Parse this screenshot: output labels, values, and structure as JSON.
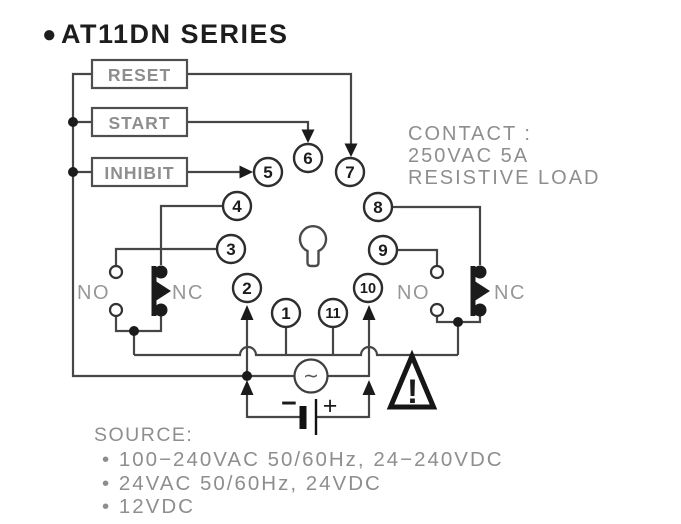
{
  "title": {
    "bullet": "●",
    "text": "AT11DN SERIES"
  },
  "control_inputs": [
    "RESET",
    "START",
    "INHIBIT"
  ],
  "contact_rating": [
    "CONTACT :",
    "250VAC 5A",
    "RESISTIVE LOAD"
  ],
  "terminals": [
    "1",
    "2",
    "3",
    "4",
    "5",
    "6",
    "7",
    "8",
    "9",
    "10",
    "11"
  ],
  "relay_contacts": {
    "left": {
      "no": "NO",
      "nc": "NC"
    },
    "right": {
      "no": "NO",
      "nc": "NC"
    }
  },
  "power": {
    "ac_source_symbol": "∼",
    "battery_minus": "−",
    "battery_plus": "+",
    "warning_symbol": "!"
  },
  "source_note": {
    "heading": "SOURCE:",
    "options": [
      "• 100−240VAC 50/60Hz, 24−240VDC",
      "• 24VAC 50/60Hz, 24VDC",
      "• 12VDC"
    ]
  },
  "colors": {
    "wire": "#464646",
    "ink": "#1b1b1b",
    "muted_text": "#8e8e8e",
    "background": "#ffffff"
  }
}
